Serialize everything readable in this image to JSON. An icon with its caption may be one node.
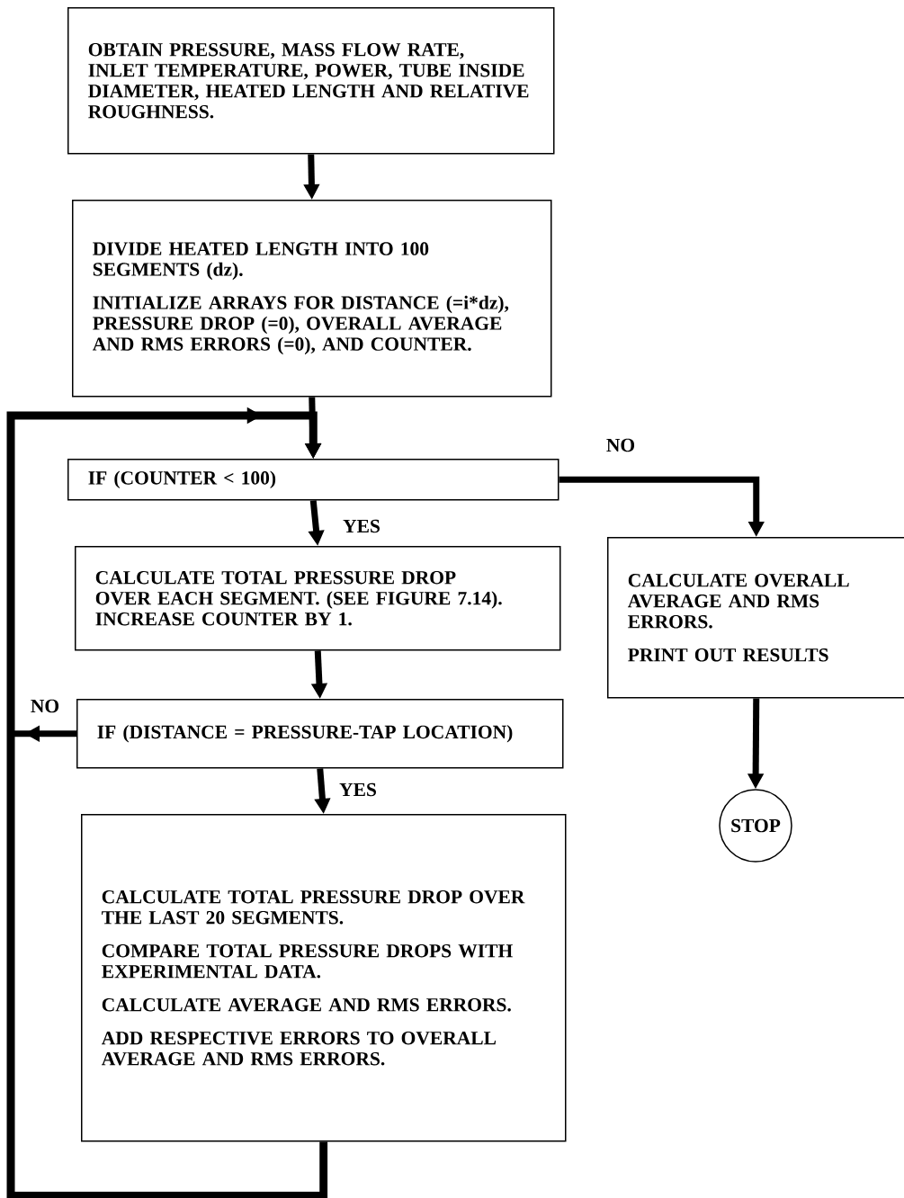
{
  "diagram": {
    "nodes": [
      {
        "text": [
          "OBTAIN PRESSURE, MASS FLOW RATE, INLET TEMPERATURE, POWER, TUBE INSIDE DIAMETER, HEATED LENGTH AND RELATIVE ROUGHNESS."
        ]
      },
      {
        "text": [
          "DIVIDE HEATED LENGTH INTO 100 SEGMENTS (dz).",
          "INITIALIZE ARRAYS FOR DISTANCE (=i*dz), PRESSURE DROP (=0), OVERALL AVERAGE AND RMS ERRORS (=0), AND COUNTER."
        ]
      },
      {
        "text": [
          "IF (COUNTER < 100)"
        ]
      },
      {
        "text": [
          "CALCULATE TOTAL PRESSURE DROP OVER EACH SEGMENT. (SEE FIGURE 7.14).  INCREASE COUNTER BY 1."
        ]
      },
      {
        "text": [
          "IF (DISTANCE = PRESSURE-TAP LOCATION)"
        ]
      },
      {
        "text": [
          "CALCULATE TOTAL PRESSURE DROP OVER THE LAST 20 SEGMENTS.",
          "COMPARE TOTAL PRESSURE DROPS WITH EXPERIMENTAL DATA.",
          "CALCULATE AVERAGE AND RMS ERRORS.",
          "ADD RESPECTIVE ERRORS TO OVERALL AVERAGE AND RMS ERRORS."
        ]
      },
      {
        "text": [
          "CALCULATE OVERALL AVERAGE AND RMS ERRORS.",
          "PRINT OUT RESULTS"
        ]
      },
      {
        "text": [
          "STOP"
        ]
      }
    ],
    "edges": [
      {
        "from": 0,
        "to": 1,
        "arrow": "to"
      },
      {
        "from": 1,
        "to": 2,
        "arrow": "to"
      },
      {
        "from": 2,
        "to": 3,
        "arrow": "to",
        "label": "YES"
      },
      {
        "from": 3,
        "to": 4,
        "arrow": "to"
      },
      {
        "from": 4,
        "to": 5,
        "arrow": "to",
        "label": "YES"
      },
      {
        "from": 2,
        "to": 6,
        "arrow": "to",
        "label": "NO"
      },
      {
        "from": 6,
        "to": 7,
        "arrow": "to"
      },
      {
        "from": 5,
        "to": 2,
        "arrow": "to"
      },
      {
        "from": 4,
        "to": 2,
        "arrow": "to",
        "label": "NO"
      }
    ]
  }
}
